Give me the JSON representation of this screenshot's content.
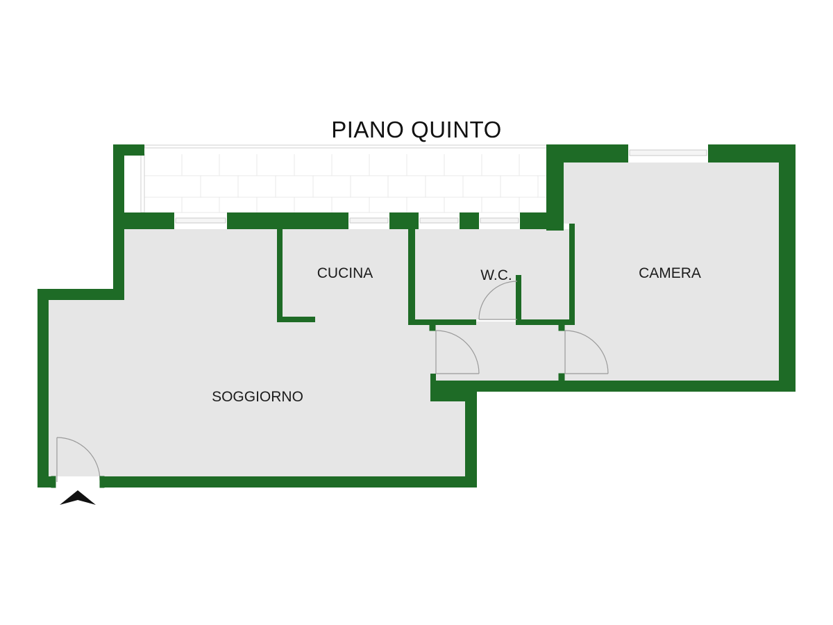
{
  "title": "PIANO QUINTO",
  "rooms": {
    "soggiorno": "SOGGIORNO",
    "cucina": "CUCINA",
    "wc": "W.C.",
    "camera": "CAMERA"
  },
  "colors": {
    "wall": "#1e6b26",
    "floor": "#e6e6e6",
    "balcony": "#ffffff",
    "tile_line": "#e9e9e9",
    "window_frame": "#c9c9c9",
    "door_line": "#9a9a9a",
    "label": "#1c1c1c",
    "entry_arrow": "#111111"
  },
  "icons": {
    "entrance": "entrance-arrow-icon",
    "door": "door-swing-icon",
    "window": "window-icon"
  }
}
